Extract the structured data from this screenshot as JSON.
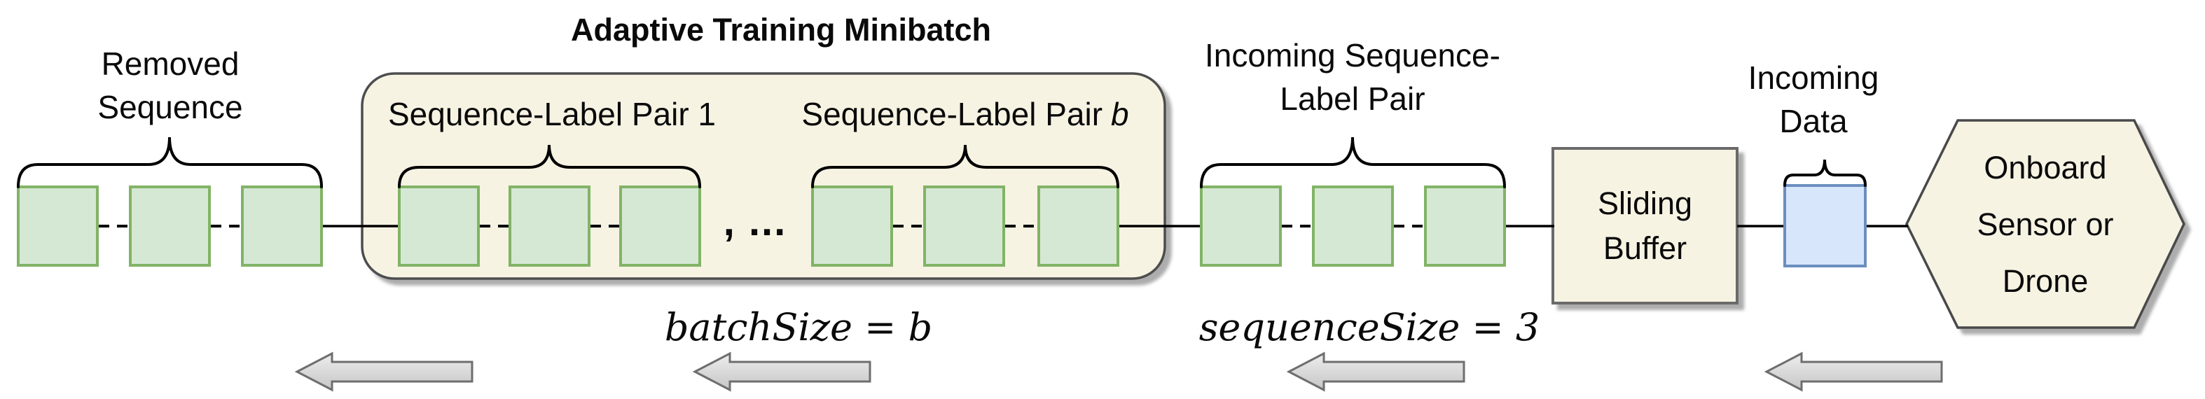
{
  "labels": {
    "removed_sequence": "Removed\nSequence",
    "minibatch_title": "Adaptive Training Minibatch",
    "pair_1": "Sequence-Label Pair 1",
    "pair_b_prefix": "Sequence-Label Pair",
    "pair_b_var": "b",
    "separator": ", ...",
    "incoming_pair": "Incoming Sequence-\nLabel Pair",
    "sliding_buffer": "Sliding\nBuffer",
    "incoming_data": "Incoming\nData",
    "sensor": "Onboard\nSensor or\nDrone"
  },
  "formulas": {
    "batch_size": "batchSize = b",
    "sequence_size": "sequenceSize = 3"
  },
  "colors": {
    "sequence_square_fill": "#d5e8d4",
    "sequence_square_border": "#82b366",
    "incoming_square_fill": "#d7e6fb",
    "incoming_square_border": "#6c8ebf",
    "container_fill": "#f6f3e3",
    "container_border": "#4d4d4d",
    "arrow_fill": "#d9d9d9",
    "arrow_border": "#6e6e6e",
    "line_color": "#000000"
  }
}
